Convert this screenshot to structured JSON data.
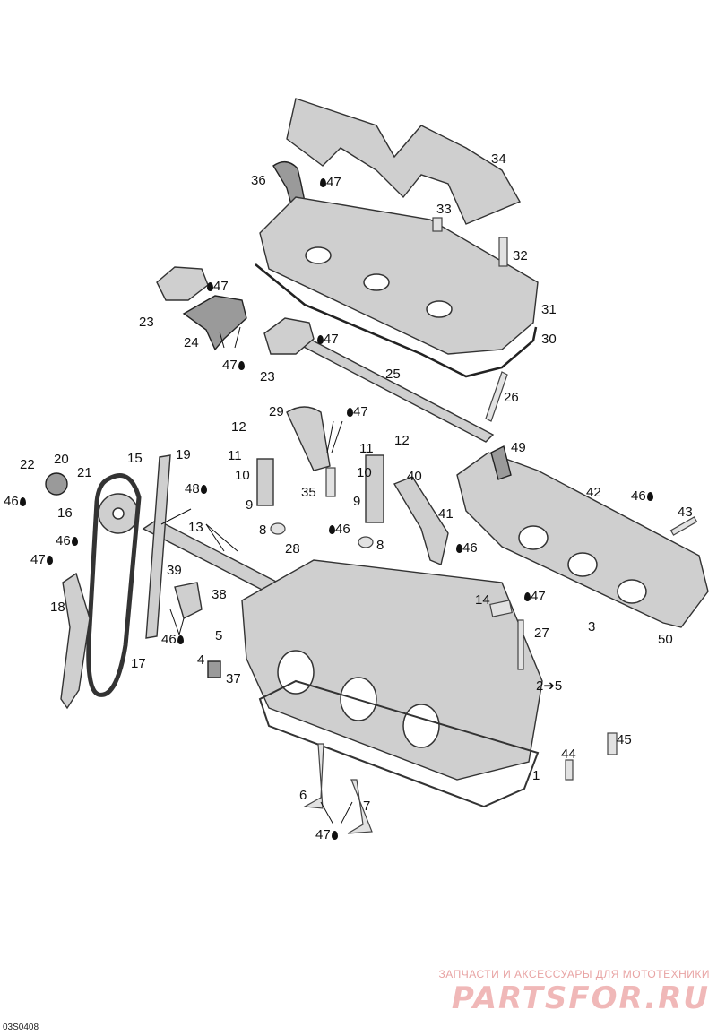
{
  "callouts": [
    {
      "id": "34",
      "text": "34",
      "oil": false
    },
    {
      "id": "36",
      "text": "36",
      "oil": false
    },
    {
      "id": "36-47",
      "text": "47",
      "oil": true
    },
    {
      "id": "33",
      "text": "33",
      "oil": false
    },
    {
      "id": "32",
      "text": "32",
      "oil": false
    },
    {
      "id": "23a-47",
      "text": "47",
      "oil": true
    },
    {
      "id": "23a",
      "text": "23",
      "oil": false
    },
    {
      "id": "24",
      "text": "24",
      "oil": false
    },
    {
      "id": "24-47",
      "text": "47",
      "oil": true
    },
    {
      "id": "23b-47",
      "text": "47",
      "oil": true
    },
    {
      "id": "23b",
      "text": "23",
      "oil": false
    },
    {
      "id": "31",
      "text": "31",
      "oil": false
    },
    {
      "id": "30",
      "text": "30",
      "oil": false
    },
    {
      "id": "25",
      "text": "25",
      "oil": false
    },
    {
      "id": "26",
      "text": "26",
      "oil": false
    },
    {
      "id": "29",
      "text": "29",
      "oil": false
    },
    {
      "id": "29-47",
      "text": "47",
      "oil": true
    },
    {
      "id": "12a",
      "text": "12",
      "oil": false
    },
    {
      "id": "11a",
      "text": "11",
      "oil": false
    },
    {
      "id": "10a",
      "text": "10",
      "oil": false
    },
    {
      "id": "9a",
      "text": "9",
      "oil": false
    },
    {
      "id": "8a",
      "text": "8",
      "oil": false
    },
    {
      "id": "35",
      "text": "35",
      "oil": false
    },
    {
      "id": "28",
      "text": "28",
      "oil": false
    },
    {
      "id": "28-46",
      "text": "46",
      "oil": true
    },
    {
      "id": "11b",
      "text": "11",
      "oil": false
    },
    {
      "id": "12b",
      "text": "12",
      "oil": false
    },
    {
      "id": "10b",
      "text": "10",
      "oil": false
    },
    {
      "id": "9b",
      "text": "9",
      "oil": false
    },
    {
      "id": "8b",
      "text": "8",
      "oil": false
    },
    {
      "id": "40",
      "text": "40",
      "oil": false
    },
    {
      "id": "41",
      "text": "41",
      "oil": false
    },
    {
      "id": "41-46",
      "text": "46",
      "oil": true
    },
    {
      "id": "49",
      "text": "49",
      "oil": false
    },
    {
      "id": "42",
      "text": "42",
      "oil": false
    },
    {
      "id": "43-46",
      "text": "46",
      "oil": true
    },
    {
      "id": "43",
      "text": "43",
      "oil": false
    },
    {
      "id": "50",
      "text": "50",
      "oil": false
    },
    {
      "id": "3",
      "text": "3",
      "oil": false
    },
    {
      "id": "14",
      "text": "14",
      "oil": false
    },
    {
      "id": "14-47",
      "text": "47",
      "oil": true
    },
    {
      "id": "27",
      "text": "27",
      "oil": false
    },
    {
      "id": "2-5",
      "text": "2➔5",
      "oil": false
    },
    {
      "id": "45",
      "text": "45",
      "oil": false
    },
    {
      "id": "44",
      "text": "44",
      "oil": false
    },
    {
      "id": "1",
      "text": "1",
      "oil": false
    },
    {
      "id": "6",
      "text": "6",
      "oil": false
    },
    {
      "id": "7",
      "text": "7",
      "oil": false
    },
    {
      "id": "67-47",
      "text": "47",
      "oil": true
    },
    {
      "id": "22",
      "text": "22",
      "oil": false
    },
    {
      "id": "20",
      "text": "20",
      "oil": false
    },
    {
      "id": "21",
      "text": "21",
      "oil": false
    },
    {
      "id": "22-46",
      "text": "46",
      "oil": true
    },
    {
      "id": "16",
      "text": "16",
      "oil": false
    },
    {
      "id": "16-46",
      "text": "46",
      "oil": true
    },
    {
      "id": "15",
      "text": "15",
      "oil": false
    },
    {
      "id": "19",
      "text": "19",
      "oil": false
    },
    {
      "id": "48",
      "text": "48",
      "oil": true
    },
    {
      "id": "13",
      "text": "13",
      "oil": false
    },
    {
      "id": "17-47",
      "text": "47",
      "oil": true
    },
    {
      "id": "18",
      "text": "18",
      "oil": false
    },
    {
      "id": "17",
      "text": "17",
      "oil": false
    },
    {
      "id": "39",
      "text": "39",
      "oil": false
    },
    {
      "id": "38",
      "text": "38",
      "oil": false
    },
    {
      "id": "5",
      "text": "5",
      "oil": false
    },
    {
      "id": "38-46",
      "text": "46",
      "oil": true
    },
    {
      "id": "4",
      "text": "4",
      "oil": false
    },
    {
      "id": "37",
      "text": "37",
      "oil": false
    }
  ],
  "reference_code": "03S0408",
  "watermark": {
    "tagline": "ЗАПЧАСТИ И АКСЕССУАРЫ ДЛЯ МОТОТЕХНИКИ",
    "brand": "PARTSFOR.RU"
  },
  "colors": {
    "part_fill": "#cfcfcf",
    "outline": "#333333",
    "watermark": "#f0b8b8"
  }
}
